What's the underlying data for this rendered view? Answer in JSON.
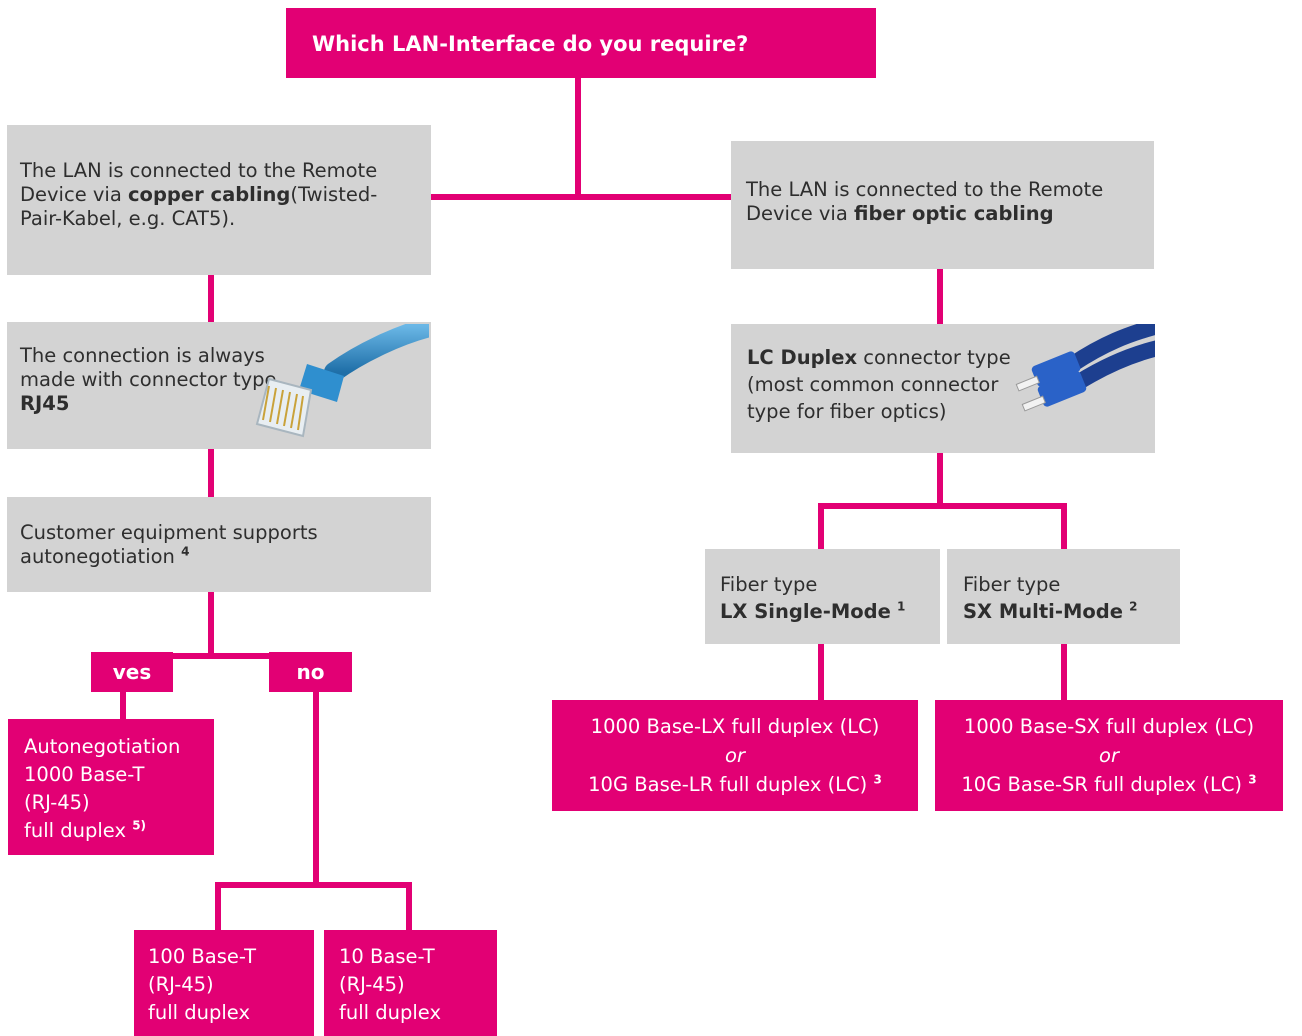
{
  "colors": {
    "accent": "#e20074",
    "box_grey": "#d3d3d3"
  },
  "header": {
    "title": "Which LAN-Interface do you require?"
  },
  "copper": {
    "pre": "The LAN is connected to the Remote Device via ",
    "bold": "copper cabling",
    "post": "(Twisted-Pair-Kabel, e.g. CAT5)."
  },
  "fiber": {
    "pre": "The LAN is connected to the Remote Device  via ",
    "bold": "fiber optic cabling"
  },
  "rj45": {
    "pre": "The connection is always made with connector type ",
    "bold": "RJ45",
    "image": "rj45-cable-photo"
  },
  "lc": {
    "bold": "LC Duplex",
    "post": " connector type (most common connector type for fiber optics)",
    "image": "lc-duplex-connector-photo"
  },
  "autoneg": {
    "text": "Customer equipment supports autonegotiation ",
    "sup": "4"
  },
  "yes_label": "ves",
  "no_label": "no",
  "result_auto": {
    "line1": "Autonegotiation",
    "line2": "1000 Base-T",
    "line3": "(RJ-45)",
    "line4": "full duplex",
    "sup": "5)"
  },
  "result_100": {
    "line1": "100 Base-T",
    "line2": "(RJ-45)",
    "line3": "full duplex"
  },
  "result_10": {
    "line1": "10 Base-T",
    "line2": "(RJ-45)",
    "line3": "full duplex"
  },
  "lx": {
    "label": "Fiber type",
    "bold": "LX Single-Mode",
    "sup": "1"
  },
  "sx": {
    "label": "Fiber type",
    "bold": "SX Multi-Mode",
    "sup": "2"
  },
  "result_lx": {
    "line1": "1000 Base-LX full duplex (LC)",
    "or": "or",
    "line2": "10G Base-LR full duplex (LC)",
    "sup": "3"
  },
  "result_sx": {
    "line1": "1000 Base-SX full duplex (LC)",
    "or": "or",
    "line2": "10G Base-SR full duplex (LC)",
    "sup": "3"
  }
}
